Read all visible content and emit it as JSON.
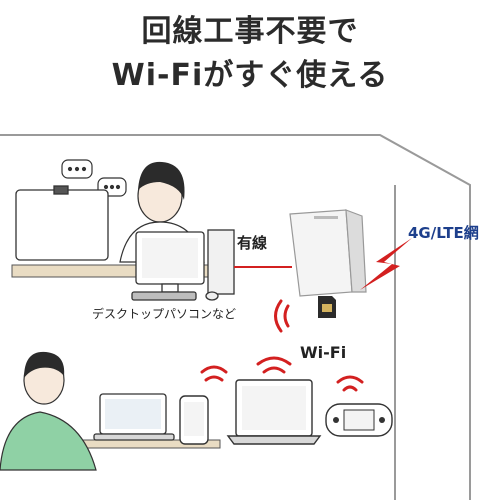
{
  "headline": {
    "line1": "回線工事不要で",
    "line2": "Wi-Fiがすぐ使える"
  },
  "labels": {
    "wired": "有線",
    "lte": "4G/LTE網",
    "desktop": "デスクトップパソコンなど",
    "wifi": "Wi-Fi"
  },
  "colors": {
    "accent_red": "#d32020",
    "lte_blue": "#1d3f8c",
    "outline": "#9a9a9a",
    "person_shirt": "#8fd1a5",
    "device_screen": "#eaf0f5"
  },
  "icons": [
    "router-icon",
    "sim-card-icon",
    "wifi-signal-icon",
    "lightning-icon",
    "desktop-pc-icon",
    "laptop-icon",
    "smartphone-icon",
    "game-console-icon",
    "person-icon"
  ]
}
